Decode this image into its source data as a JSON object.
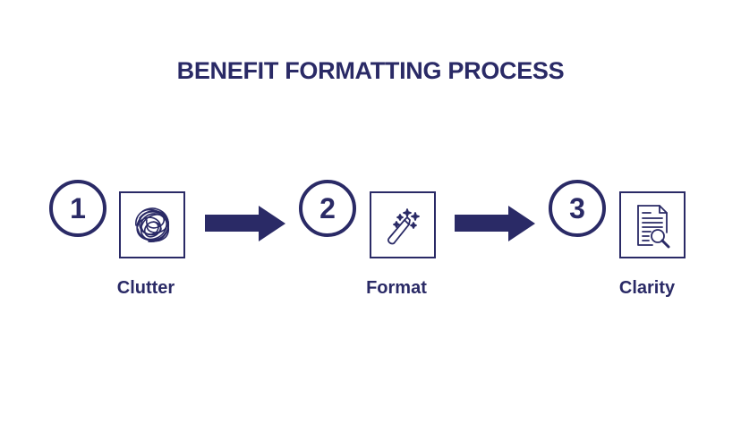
{
  "title": "BENEFIT FORMATTING PROCESS",
  "colors": {
    "primary": "#2a2a66",
    "background": "#ffffff"
  },
  "steps": [
    {
      "number": "1",
      "label": "Clutter",
      "icon": "tangled-scribble-icon"
    },
    {
      "number": "2",
      "label": "Format",
      "icon": "magic-wand-icon"
    },
    {
      "number": "3",
      "label": "Clarity",
      "icon": "document-search-icon"
    }
  ],
  "connectors": [
    {
      "from": "1",
      "to": "2",
      "icon": "arrow-right-icon"
    },
    {
      "from": "2",
      "to": "3",
      "icon": "arrow-right-icon"
    }
  ]
}
